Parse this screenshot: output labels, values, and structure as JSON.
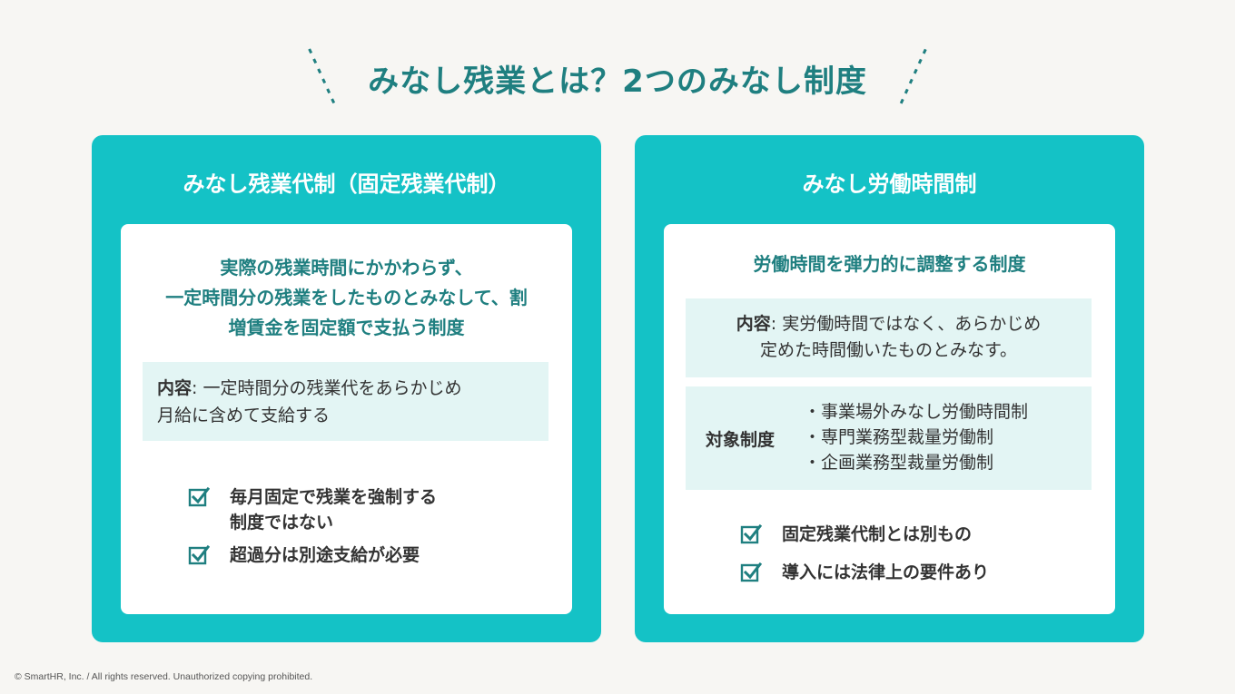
{
  "slide": {
    "title": "みなし残業とは？2つのみなし制度"
  },
  "left_card": {
    "heading": "みなし残業代制（固定残業代制）",
    "lead_lines": [
      "実際の残業時間にかかわらず、",
      "一定時間分の残業をしたものとみなして、割",
      "増賃金を固定額で支払う制度"
    ],
    "content_key": "内容",
    "content_lines": [
      "一定時間分の残業代をあらかじめ",
      "月給に含めて支給する"
    ],
    "checks": [
      {
        "lines": [
          "毎月固定で残業を強制する",
          "制度ではない"
        ]
      },
      {
        "lines": [
          "超過分は別途支給が必要"
        ]
      }
    ]
  },
  "right_card": {
    "heading": "みなし労働時間制",
    "lead": "労働時間を弾力的に調整する制度",
    "content_key": "内容",
    "content_lines": [
      "実労働時間ではなく、あらかじめ",
      "定めた時間働いたものとみなす。"
    ],
    "target_key": "対象制度",
    "target_items": [
      "・事業場外みなし労働時間制",
      "・専門業務型裁量労働制",
      "・企画業務型裁量労働制"
    ],
    "checks": [
      {
        "lines": [
          "固定残業代制とは別もの"
        ]
      },
      {
        "lines": [
          "導入には法律上の要件あり"
        ]
      }
    ]
  },
  "footer": {
    "copyright": "© SmartHR, Inc. / All rights reserved. Unauthorized copying prohibited."
  },
  "colors": {
    "accent": "#14c2c6",
    "title": "#1f7f80",
    "box_bg": "#e3f5f4"
  }
}
